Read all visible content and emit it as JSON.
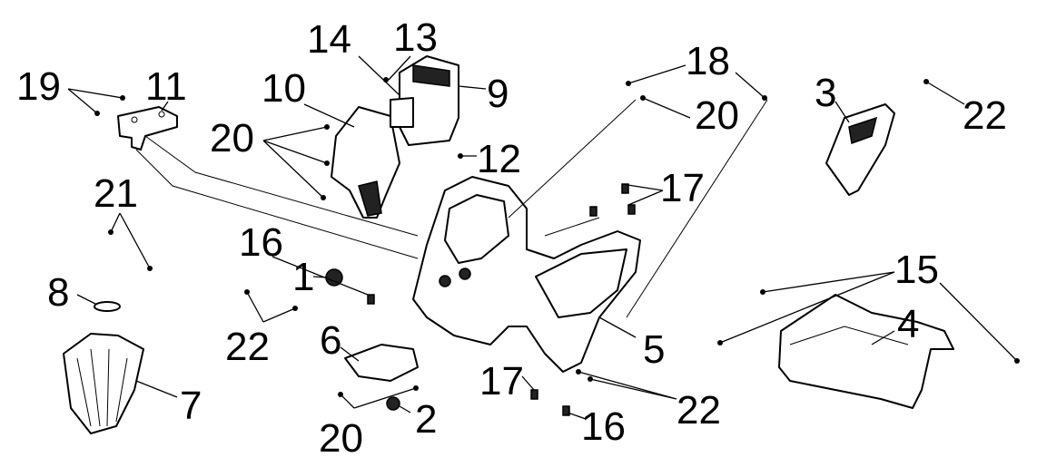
{
  "diagram": {
    "type": "exploded-parts-diagram",
    "callouts": [
      "19",
      "11",
      "14",
      "13",
      "10",
      "9",
      "20",
      "12",
      "18",
      "20",
      "3",
      "22",
      "21",
      "17",
      "16",
      "15",
      "1",
      "8",
      "22",
      "6",
      "4",
      "5",
      "7",
      "17",
      "22",
      "20",
      "2",
      "16"
    ]
  }
}
